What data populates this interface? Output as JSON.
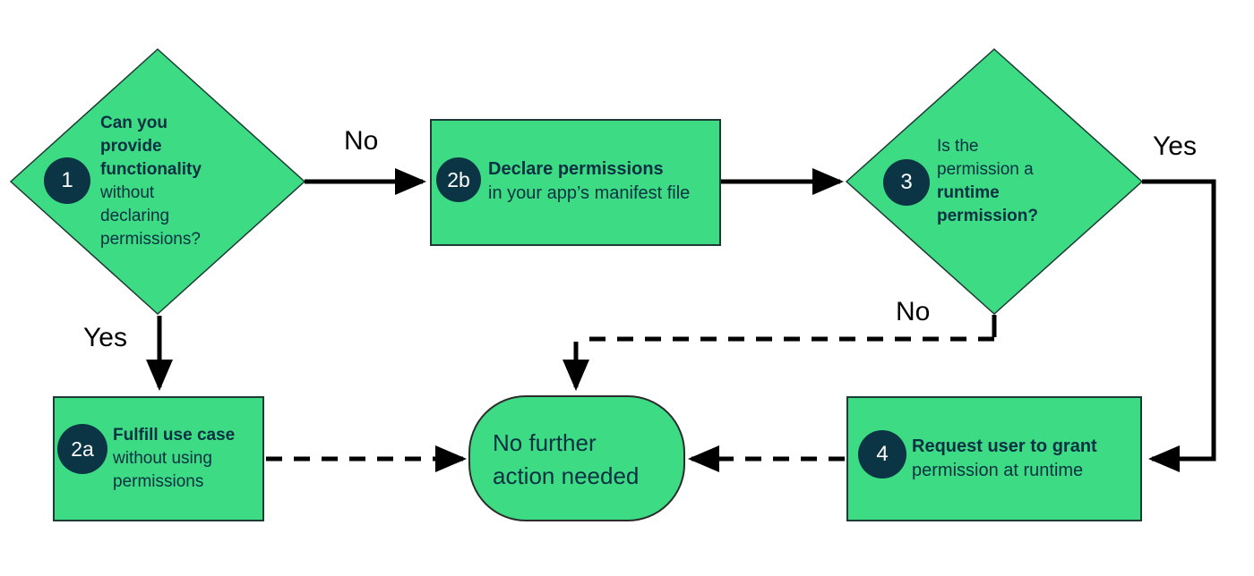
{
  "flowchart": {
    "colors": {
      "shape_fill": "#3DDC84",
      "badge_fill": "#0B3445",
      "node_text": "#073042",
      "line": "#000000",
      "background": "#FFFFFF"
    },
    "nodes": {
      "decision1": {
        "badge": "1",
        "question_bold": "Can you provide functionality",
        "question_rest": "without declaring permissions?"
      },
      "step2b": {
        "badge": "2b",
        "title_bold": "Declare permissions",
        "subtitle": "in your app’s manifest file"
      },
      "decision3": {
        "badge": "3",
        "question_prefix": "Is the permission a",
        "question_bold": "runtime permission?"
      },
      "step2a": {
        "badge": "2a",
        "title_bold": "Fulfill use case",
        "subtitle": "without using permissions"
      },
      "step4": {
        "badge": "4",
        "title_bold": "Request user to grant",
        "subtitle": "permission at runtime"
      },
      "end": {
        "label": "No further action needed"
      }
    },
    "edges": {
      "no_1_to_2b": "No",
      "yes_1_to_2a": "Yes",
      "yes_3_to_4": "Yes",
      "no_3_to_end": "No"
    }
  }
}
